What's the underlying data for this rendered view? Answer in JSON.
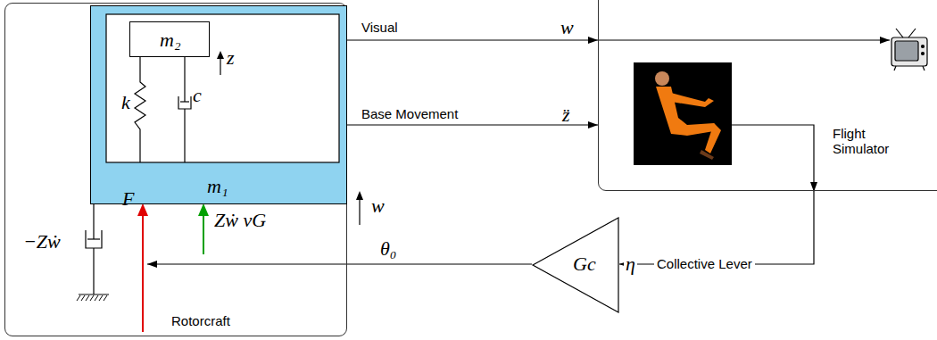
{
  "diagram": {
    "nodes": [
      {
        "text": [
          "Rotorcraft"
        ]
      },
      {
        "text": [
          "m₁"
        ],
        "in": 0
      },
      {
        "text": [
          "m₂"
        ],
        "in": 1
      },
      {
        "text": [
          "Flight Simulator"
        ]
      },
      {
        "text": [
          "Gc"
        ]
      }
    ],
    "edges": [
      {
        "from": 0,
        "to": 3,
        "label": "Visual",
        "arrow": "to"
      },
      {
        "from": 0,
        "to": 3,
        "label": "Base Movement",
        "arrow": "to"
      },
      {
        "from": 3,
        "to": 4,
        "label": "Collective Lever",
        "arrow": "to"
      },
      {
        "from": 4,
        "to": 0,
        "arrow": "to"
      }
    ],
    "labels": [
      "z",
      "k",
      "c",
      "w",
      "F",
      "Zẇ vG",
      "−Zẇ",
      "θ₀",
      "η",
      "w",
      "z̈"
    ]
  }
}
